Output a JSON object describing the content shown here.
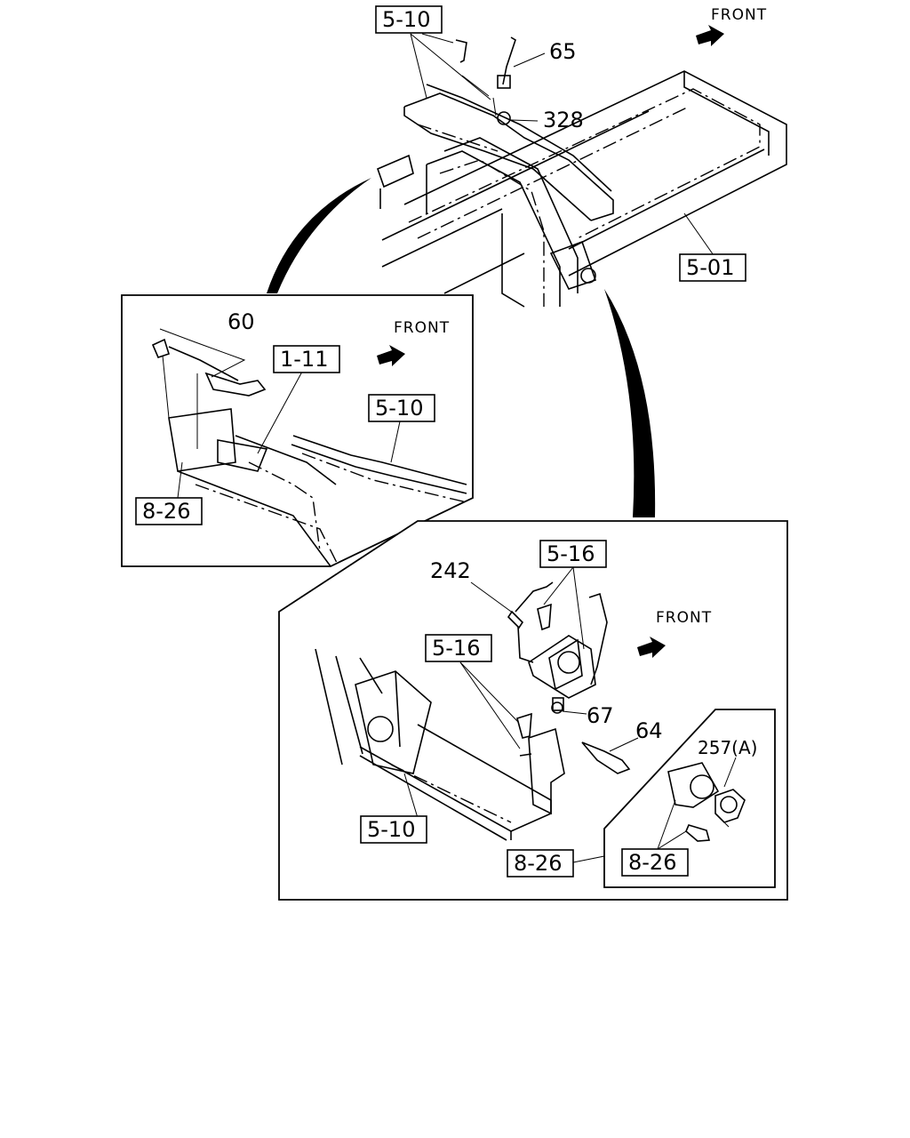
{
  "front_label": "FRONT",
  "main_view": {
    "boxed_refs": {
      "crossmember": "5-10",
      "frame": "5-01"
    },
    "part_numbers": {
      "sensor": "65",
      "nut": "328"
    }
  },
  "inset_left": {
    "part_numbers": {
      "sensor": "60"
    },
    "boxed_refs": {
      "bracket": "1-11",
      "crossmember": "5-10",
      "lower": "8-26"
    }
  },
  "inset_right": {
    "part_numbers": {
      "sensor": "242",
      "nut": "67",
      "switch": "64"
    },
    "boxed_refs": {
      "upper": "5-16",
      "left": "5-16",
      "frame": "5-10",
      "bottom": "8-26"
    }
  },
  "detail_inset": {
    "part_numbers": {
      "cap": "257(A)"
    },
    "boxed_refs": {
      "bolt": "8-26"
    }
  }
}
